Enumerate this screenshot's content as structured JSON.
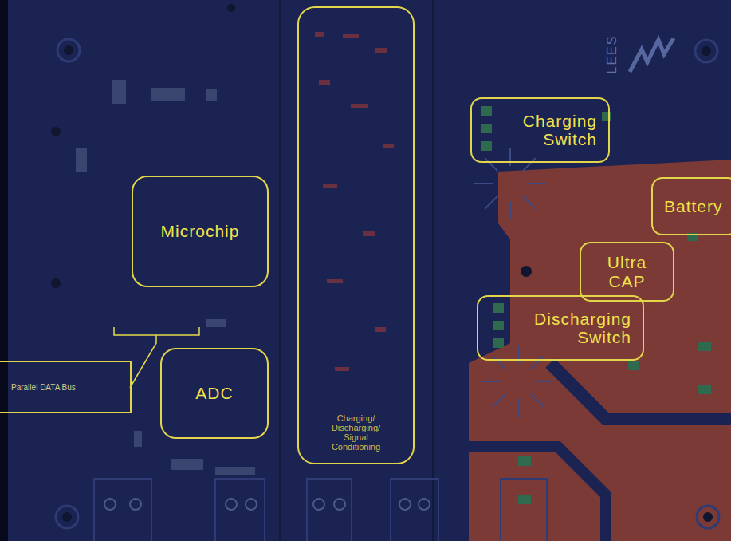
{
  "diagram": {
    "nodes": [
      {
        "text": [
          "Microchip"
        ]
      },
      {
        "text": [
          "Parallel DATA Bus"
        ]
      },
      {
        "text": [
          "ADC"
        ]
      },
      {
        "text": [
          "Charging/ Discharging/ Signal Conditioning"
        ]
      },
      {
        "text": [
          "Charging Switch"
        ]
      },
      {
        "text": [
          "Battery"
        ]
      },
      {
        "text": [
          "Ultra CAP"
        ]
      },
      {
        "text": [
          "Discharging Switch"
        ]
      }
    ],
    "labels": [
      "LEES"
    ]
  }
}
